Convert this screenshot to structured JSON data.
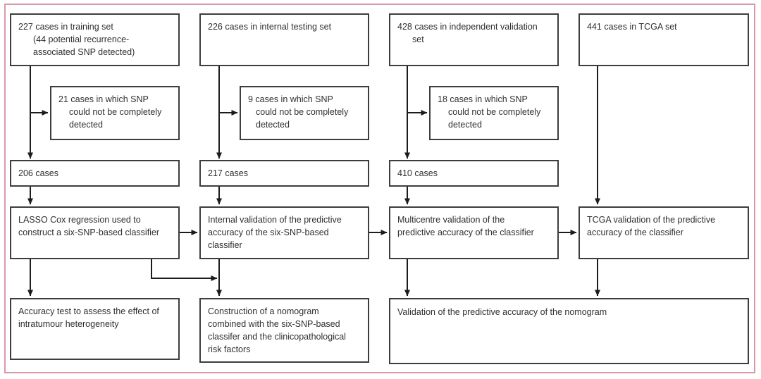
{
  "colors": {
    "frame-pink": "#dd98a8",
    "box-border": "#3d3d3d",
    "text": "#2f2f2f",
    "arrow": "#1c1c1c"
  },
  "boxes": {
    "training_set": {
      "lines": [
        "227 cases in training set",
        "(44 potential recurrence-",
        "associated SNP detected)"
      ]
    },
    "training_snp_excluded": {
      "lines": [
        "21 cases in which SNP",
        "could not be completely",
        "detected"
      ]
    },
    "training_remaining": {
      "lines": [
        "206 cases"
      ]
    },
    "lasso_construction": {
      "lines": [
        "LASSO Cox regression used to",
        "construct a six-SNP-based classifier"
      ]
    },
    "accuracy_test": {
      "lines": [
        "Accuracy test to assess the effect of",
        "intratumour heterogeneity"
      ]
    },
    "internal_testing_set": {
      "lines": [
        "226 cases in internal testing set"
      ]
    },
    "internal_snp_excluded": {
      "lines": [
        "9 cases in which SNP",
        "could not be completely",
        "detected"
      ]
    },
    "internal_remaining": {
      "lines": [
        "217 cases"
      ]
    },
    "internal_validation": {
      "lines": [
        "Internal validation of the predictive",
        "accuracy of the six-SNP-based",
        "classifier"
      ]
    },
    "nomogram_construction": {
      "lines": [
        "Construction of a nomogram",
        "combined with the six-SNP-based",
        "classifer and the clinicopathological",
        "risk factors"
      ]
    },
    "independent_validation_set": {
      "lines": [
        "428 cases in independent validation",
        "set"
      ]
    },
    "independent_snp_excluded": {
      "lines": [
        "18 cases in which SNP",
        "could not be completely",
        "detected"
      ]
    },
    "independent_remaining": {
      "lines": [
        "410 cases"
      ]
    },
    "multicentre_validation": {
      "lines": [
        "Multicentre validation of the",
        "predictive accuracy of the classifier"
      ]
    },
    "tcga_set": {
      "lines": [
        "441 cases in TCGA set"
      ]
    },
    "tcga_validation": {
      "lines": [
        "TCGA validation of the predictive",
        "accuracy of the classifier"
      ]
    },
    "nomogram_validation": {
      "lines": [
        "Validation of the predictive accuracy of the nomogram"
      ]
    }
  }
}
